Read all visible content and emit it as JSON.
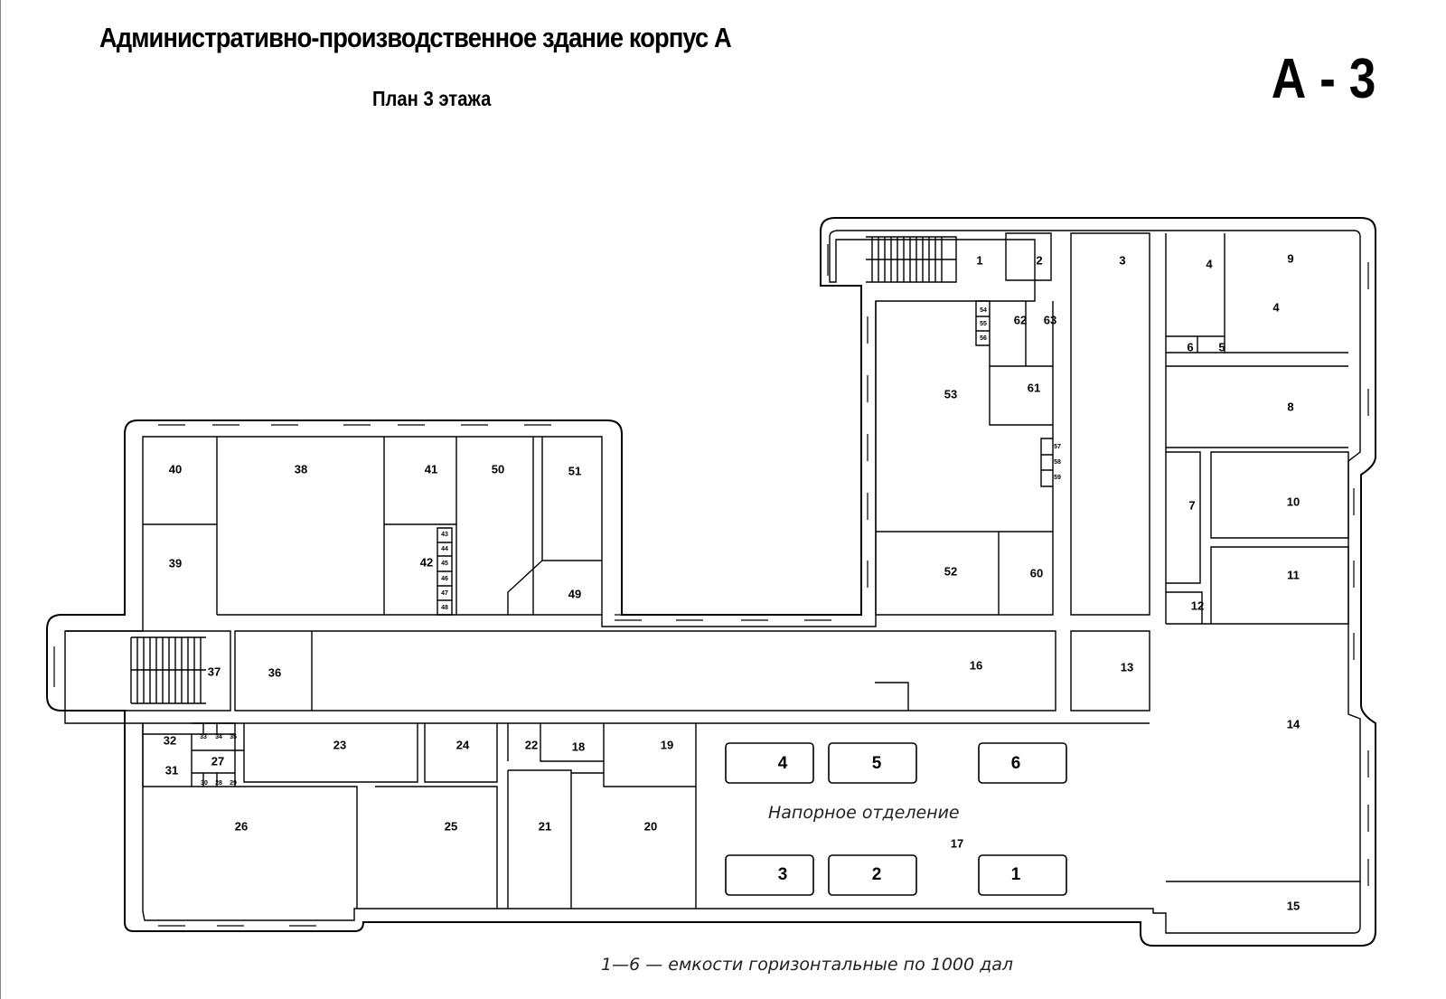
{
  "header": {
    "title": "Административно-производственное здание  корпус А",
    "subtitle": "План 3 этажа",
    "sheet_code": "А - 3"
  },
  "plan": {
    "section_label": "Напорное отделение",
    "legend_note": "1—6   —  емкости горизонтальные по  1000 дал",
    "tanks": [
      "4",
      "5",
      "6",
      "3",
      "2",
      "1"
    ],
    "rooms": [
      "1",
      "2",
      "3",
      "4",
      "4",
      "5",
      "6",
      "7",
      "8",
      "9",
      "10",
      "11",
      "12",
      "13",
      "14",
      "15",
      "16",
      "17",
      "18",
      "19",
      "20",
      "21",
      "22",
      "23",
      "24",
      "25",
      "26",
      "27",
      "28",
      "29",
      "30",
      "31",
      "32",
      "33",
      "34",
      "35",
      "36",
      "37",
      "38",
      "39",
      "40",
      "41",
      "42",
      "43",
      "44",
      "45",
      "46",
      "47",
      "48",
      "49",
      "50",
      "51",
      "52",
      "53",
      "54",
      "55",
      "56",
      "57",
      "58",
      "59",
      "60",
      "61",
      "62",
      "63"
    ]
  }
}
